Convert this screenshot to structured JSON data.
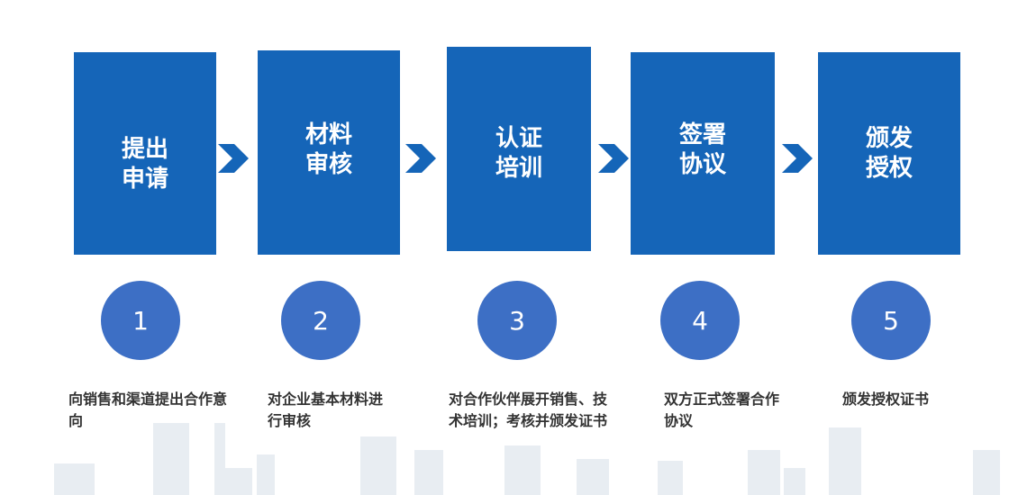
{
  "steps": [
    {
      "number": "1",
      "title_line1": "提出",
      "title_line2": "申请",
      "description": "向销售和渠道提出合作意向"
    },
    {
      "number": "2",
      "title_line1": "材料",
      "title_line2": "审核",
      "description": "对企业基本材料进行审核"
    },
    {
      "number": "3",
      "title_line1": "认证",
      "title_line2": "培训",
      "description": "对合作伙伴展开销售、技术培训；考核并颁发证书"
    },
    {
      "number": "4",
      "title_line1": "签署",
      "title_line2": "协议",
      "description": "双方正式签署合作协议"
    },
    {
      "number": "5",
      "title_line1": "颁发",
      "title_line2": "授权",
      "description": "颁发授权证书"
    }
  ],
  "colors": {
    "box": "#1565b8",
    "arrow": "#1565b8",
    "circle": "#3d6fc5",
    "text": "#333333"
  },
  "icons": {
    "arrow": "chevron-right-icon"
  }
}
